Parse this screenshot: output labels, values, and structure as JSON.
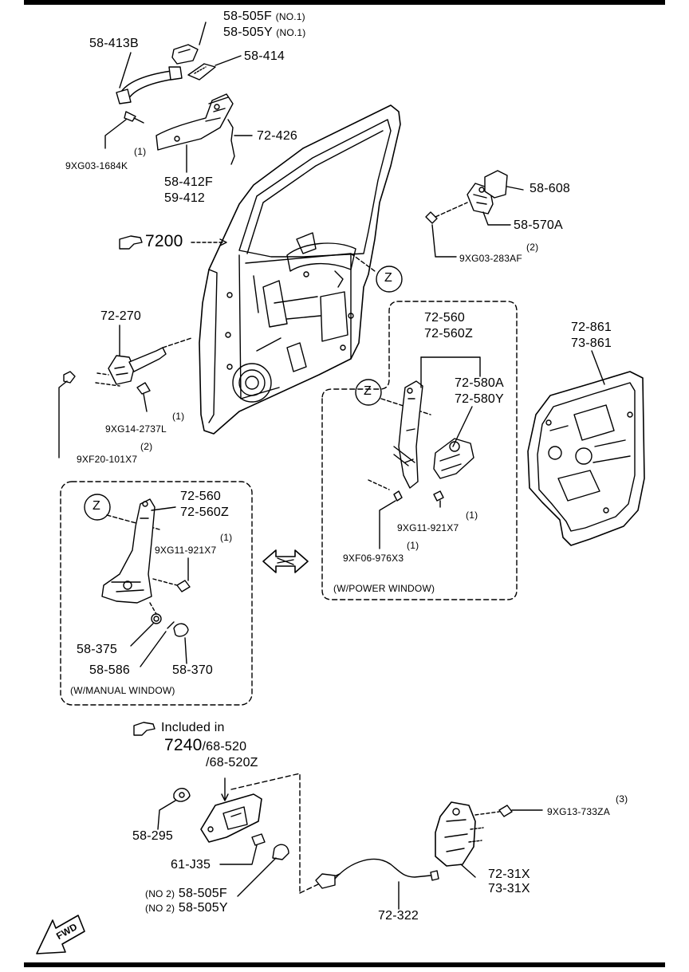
{
  "labels": {
    "p58_505f_top": "58-505F",
    "no1_a": "(NO.1)",
    "p58_505y_top": "58-505Y",
    "no1_b": "(NO.1)",
    "p58_413b": "58-413B",
    "p58_414": "58-414",
    "p72_426": "72-426",
    "q1_a": "(1)",
    "p9xg03_1684k": "9XG03-1684K",
    "p58_412f": "58-412F",
    "p59_412": "59-412",
    "p7200": "7200",
    "p58_608": "58-608",
    "p58_570a": "58-570A",
    "q2_a": "(2)",
    "p9xg03_283af": "9XG03-283AF",
    "z_main": "Z",
    "p72_270": "72-270",
    "q1_b": "(1)",
    "p9xg14_2737l": "9XG14-2737L",
    "q2_b": "(2)",
    "p9xf20_101x7": "9XF20-101X7",
    "p72_560_pw": "72-560",
    "p72_560z_pw": "72-560Z",
    "p72_580a": "72-580A",
    "p72_580y": "72-580Y",
    "z_pw": "Z",
    "q1_c": "(1)",
    "p9xg11_921x7_pw": "9XG11-921X7",
    "q1_d": "(1)",
    "p9xf06_976x3": "9XF06-976X3",
    "pw_caption": "(W/POWER WINDOW)",
    "p72_861": "72-861",
    "p73_861": "73-861",
    "z_mw": "Z",
    "p72_560_mw": "72-560",
    "p72_560z_mw": "72-560Z",
    "q1_e": "(1)",
    "p9xg11_921x7_mw": "9XG11-921X7",
    "p58_375": "58-375",
    "p58_586": "58-586",
    "p58_370": "58-370",
    "mw_caption": "(W/MANUAL WINDOW)",
    "included_in": "Included in",
    "p7240": "7240",
    "p68_520": "/68-520",
    "p68_520z": "/68-520Z",
    "p58_295": "58-295",
    "p61_j35": "61-J35",
    "no2_a": "(NO 2)",
    "p58_505f_bot": "58-505F",
    "no2_b": "(NO 2)",
    "p58_505y_bot": "58-505Y",
    "q3": "(3)",
    "p9xg13_733za": "9XG13-733ZA",
    "p72_31x": "72-31X",
    "p73_31x": "73-31X",
    "p72_322": "72-322",
    "fwd": "FWD"
  }
}
